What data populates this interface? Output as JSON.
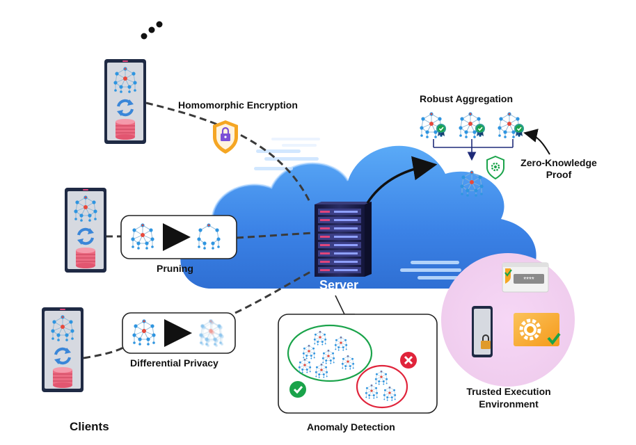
{
  "labels": {
    "homomorphic": "Homomorphic Encryption",
    "robust": "Robust Aggregation",
    "zkp_line1": "Zero-Knowledge",
    "zkp_line2": "Proof",
    "pruning": "Pruning",
    "server": "Server",
    "dp": "Differential Privacy",
    "tee_line1": "Trusted Execution",
    "tee_line2": "Environment",
    "clients": "Clients",
    "anomaly": "Anomaly Detection",
    "password_mask": "****"
  },
  "colors": {
    "cloud_light": "#a9d2ff",
    "cloud_dark": "#3b82e6",
    "server_dark": "#1c1f4a",
    "server_led": "#e0457b",
    "shield_orange": "#f5a623",
    "lock_purple": "#7b4fd6",
    "check_green": "#1aa34a",
    "cross_red": "#e0243b",
    "tee_pink": "#f7dcf3",
    "net_node": "#2f95e0",
    "net_hub": "#e84a3c",
    "ribbon_teal": "#2a9d8f",
    "line_navy": "#1e2a78"
  },
  "icons": {
    "phone": "smartphone-icon",
    "sync": "sync-arrows-icon",
    "database": "database-icon",
    "lock": "padlock-icon",
    "shield": "security-shield-icon",
    "gear": "gear-icon",
    "check": "checkmark-icon",
    "cross": "cross-icon",
    "network": "neural-network-icon",
    "server": "server-rack-icon",
    "password": "password-window-icon"
  }
}
